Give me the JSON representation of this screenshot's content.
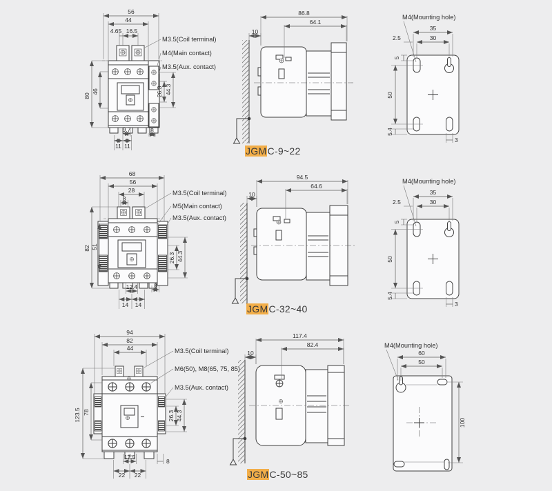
{
  "page": {
    "background": "#ededee",
    "line_color": "#3f3f3f",
    "highlight_color": "#f2ae49"
  },
  "rows": [
    {
      "title": {
        "prefix": "JGM",
        "model": "C-9~22"
      },
      "front": {
        "coil_label": "M3.5(Coil terminal)",
        "main_label": "M4(Main contact)",
        "aux_label": "M3.5(Aux. contact)",
        "d_top1": "56",
        "d_top2": "44",
        "d_top3": "4.65",
        "d_top4": "16.5",
        "d_left1": "80",
        "d_left2": "46",
        "d_right1": "26.3",
        "d_right2": "44.3",
        "d_bot1": "9.7",
        "d_bot2": "8",
        "d_bot3": "11",
        "d_bot4": "11"
      },
      "side": {
        "d_total": "86.8",
        "d_front": "64.1",
        "d_wall": "10"
      },
      "mount": {
        "label": "M4(Mounting hole)",
        "d_w1": "35",
        "d_w2": "30",
        "d_off": "2.5",
        "d_top": "5",
        "d_h": "50",
        "d_bot": "5.4",
        "d_b": "3"
      }
    },
    {
      "title": {
        "prefix": "JGM",
        "model": "C-32~40"
      },
      "front": {
        "coil_label": "M3.5(Coil terminal)",
        "main_label": "M5(Main contact)",
        "aux_label": "M3.5(Aux. contact)",
        "d_top1": "68",
        "d_top2": "56",
        "d_top3": "28",
        "d_top4": "8",
        "d_left1": "82",
        "d_left2": "51",
        "d_right1": "26.3",
        "d_right2": "44.3",
        "d_bot1": "12.4",
        "d_bot2": "8",
        "d_bot3": "14",
        "d_bot4": "14"
      },
      "side": {
        "d_total": "94.5",
        "d_front": "64.6",
        "d_wall": "10"
      },
      "mount": {
        "label": "M4(Mounting hole)",
        "d_w1": "35",
        "d_w2": "30",
        "d_off": "2.5",
        "d_top": "5",
        "d_h": "50",
        "d_bot": "5.4",
        "d_b": "3"
      }
    },
    {
      "title": {
        "prefix": "JGM",
        "model": "C-50~85"
      },
      "front": {
        "coil_label": "M3.5(Coil terminal)",
        "main_label": "M6(50), M8(65, 75, 85)",
        "aux_label": "M3.5(Aux. contact)",
        "d_top1": "94",
        "d_top2": "82",
        "d_top3": "44",
        "d_left1": "123.5",
        "d_left2": "78",
        "d_right1": "26.3",
        "d_right2": "44.3",
        "d_bot1": "17.5",
        "d_bot2": "8",
        "d_bot3": "22",
        "d_bot4": "22"
      },
      "side": {
        "d_total": "117.4",
        "d_front": "82.4",
        "d_wall": "10"
      },
      "mount": {
        "label": "M4(Mounting hole)",
        "d_w1": "60",
        "d_w2": "50",
        "d_h": "100"
      }
    }
  ]
}
